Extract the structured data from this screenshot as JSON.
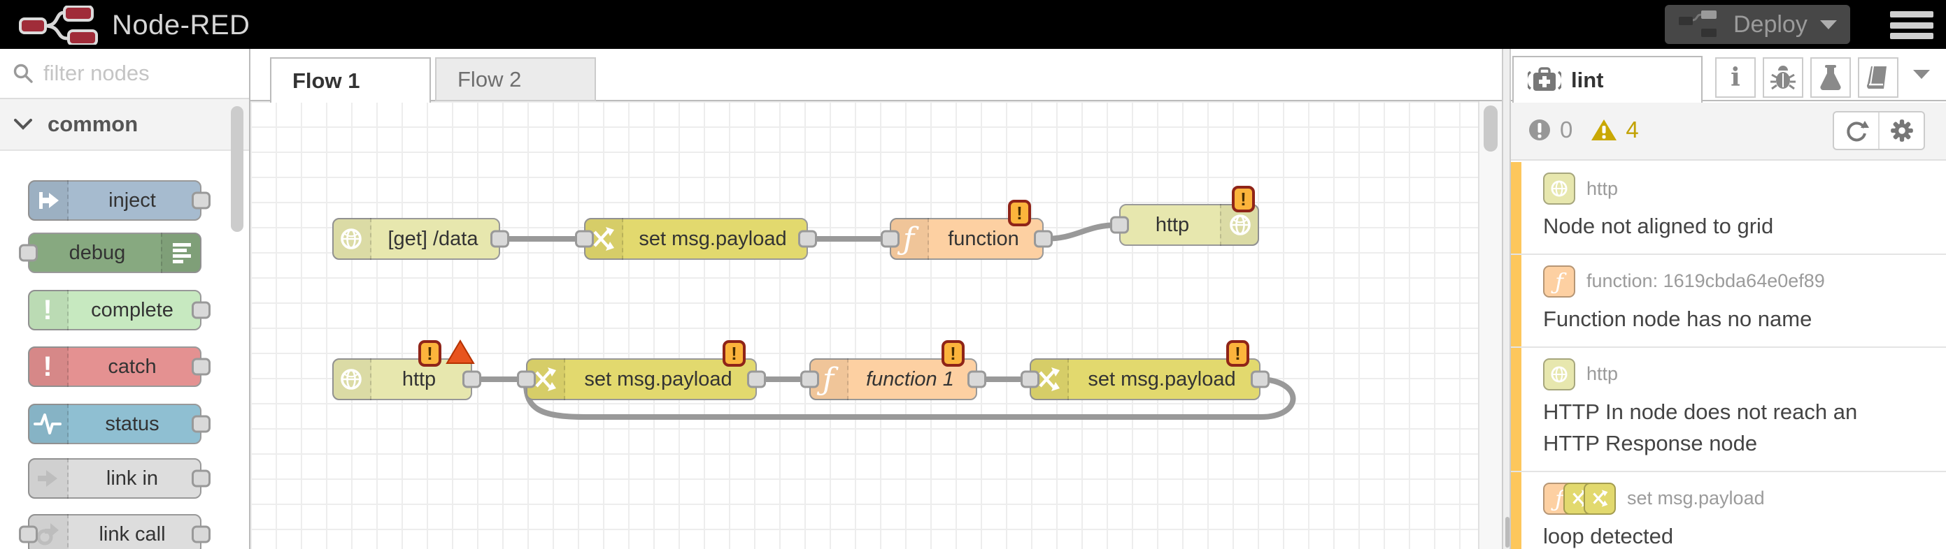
{
  "header": {
    "title": "Node-RED",
    "deploy": {
      "label": "Deploy"
    }
  },
  "palette": {
    "filter_placeholder": "filter nodes",
    "category_label": "common",
    "items": [
      {
        "label": "inject"
      },
      {
        "label": "debug"
      },
      {
        "label": "complete"
      },
      {
        "label": "catch"
      },
      {
        "label": "status"
      },
      {
        "label": "link in"
      },
      {
        "label": "link call"
      }
    ]
  },
  "workspace": {
    "tabs": [
      {
        "label": "Flow 1"
      },
      {
        "label": "Flow 2"
      }
    ]
  },
  "flow": {
    "nodes": [
      {
        "label": "[get] /data",
        "type": "http in"
      },
      {
        "label": "set msg.payload",
        "type": "change"
      },
      {
        "label": "function",
        "type": "function"
      },
      {
        "label": "http",
        "type": "http response"
      },
      {
        "label": "http",
        "type": "http in"
      },
      {
        "label": "set msg.payload",
        "type": "change"
      },
      {
        "label": "function 1",
        "type": "function"
      },
      {
        "label": "set msg.payload",
        "type": "change"
      }
    ]
  },
  "sidebar": {
    "tab_label": "lint",
    "errors": "0",
    "warnings": "4",
    "issues": [
      {
        "node": "http",
        "message": "Node not aligned to grid"
      },
      {
        "node": "function: 1619cbda64e0ef89",
        "message": "Function node has no name"
      },
      {
        "node": "http",
        "message": "HTTP In node does not reach an HTTP Response node"
      },
      {
        "node": "set msg.payload",
        "message": "loop detected"
      }
    ]
  },
  "colors": {
    "http_in_node": "#e7e7ae",
    "change_node": "#e2d96e",
    "function_node": "#fdd0a2",
    "inject_node": "#a6bbcf",
    "debug_node": "#87a980",
    "complete_node": "#c7e9c0",
    "catch_node": "#e49191",
    "status_node": "#8fbfd2",
    "link_node": "#dddddd",
    "wire": "#999999",
    "warning_stripe": "#fdc75c",
    "warning_badge": "#fcb43c",
    "warning_badge_border": "#8f2418",
    "error_triangle": "#e8541e",
    "warning_count": "#c2a204"
  }
}
